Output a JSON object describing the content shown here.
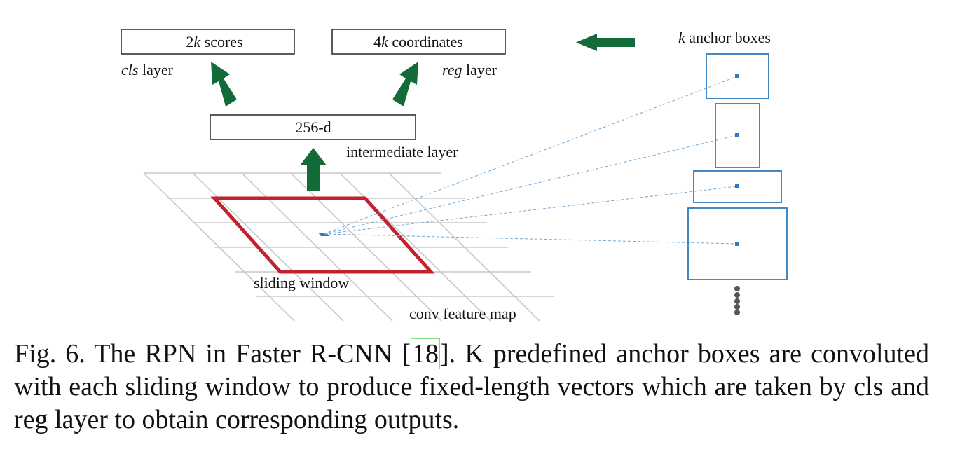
{
  "diagram": {
    "cls_box": {
      "italic": "2",
      "k": "k",
      "rest": " scores"
    },
    "reg_box": {
      "italic": "4",
      "k": "k",
      "rest": " coordinates"
    },
    "cls_label": {
      "italic": "cls",
      "rest": " layer"
    },
    "reg_label": {
      "italic": "reg",
      "rest": " layer"
    },
    "intermediate_box": "256-d",
    "intermediate_label": "intermediate layer",
    "anchor_label": {
      "italic": "k",
      "rest": " anchor boxes"
    },
    "sliding_window_label": "sliding window",
    "feature_map_label": "conv feature map",
    "colors": {
      "arrow": "#146b3a",
      "window": "#c0232f",
      "anchor": "#2f7bbf",
      "grid": "#c8c8c8"
    }
  },
  "caption": {
    "prefix": "Fig. 6.   The RPN in Faster R-CNN [",
    "citation": "18",
    "suffix": "]. K predefined anchor boxes are convoluted with each sliding window to produce fixed-length vectors which are taken by cls and reg layer to obtain corresponding outputs."
  }
}
